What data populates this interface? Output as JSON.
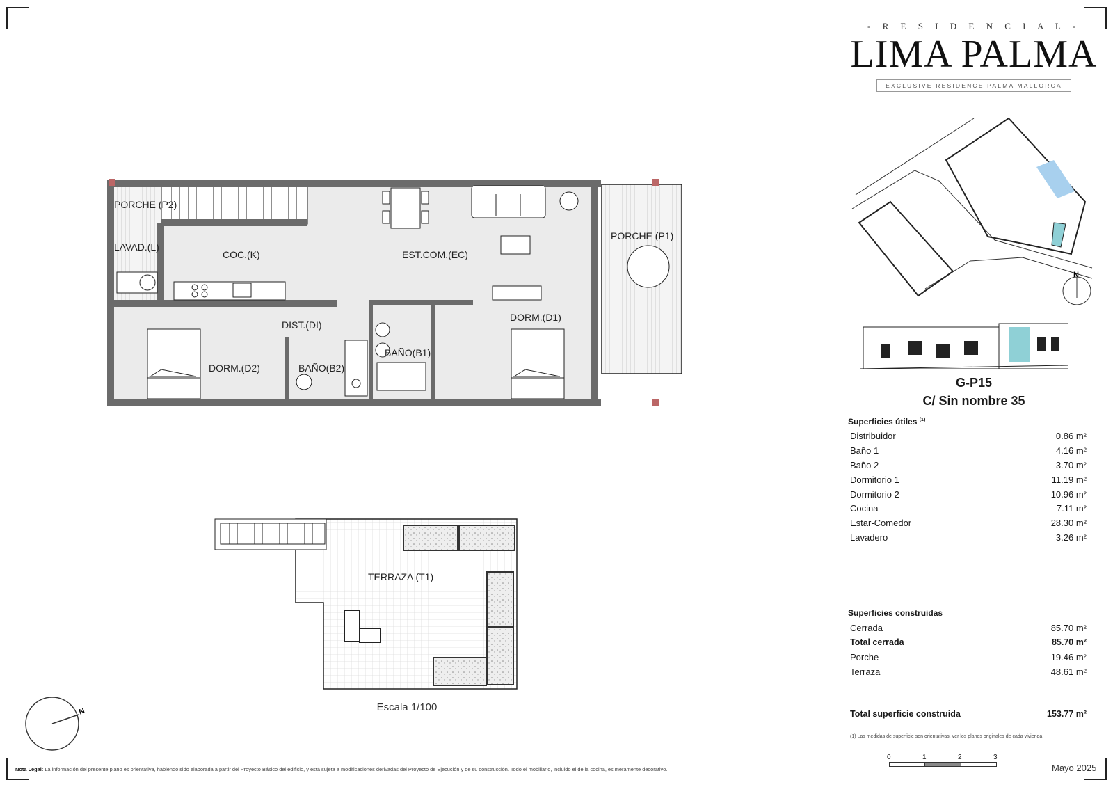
{
  "brand": {
    "prefix": "- R E S I D E N C I A L -",
    "name": "LIMA PALMA",
    "tagline": "EXCLUSIVE RESIDENCE PALMA MALLORCA"
  },
  "unit": {
    "code": "G-P15",
    "address": "C/ Sin nombre 35"
  },
  "useful_surfaces": {
    "title": "Superficies útiles",
    "note_mark": "(1)",
    "rows": [
      {
        "label": "Distribuidor",
        "value": "0.86 m²"
      },
      {
        "label": "Baño 1",
        "value": "4.16 m²"
      },
      {
        "label": "Baño 2",
        "value": "3.70 m²"
      },
      {
        "label": "Dormitorio 1",
        "value": "11.19 m²"
      },
      {
        "label": "Dormitorio 2",
        "value": "10.96 m²"
      },
      {
        "label": "Cocina",
        "value": "7.11 m²"
      },
      {
        "label": "Estar-Comedor",
        "value": "28.30 m²"
      },
      {
        "label": "Lavadero",
        "value": "3.26 m²"
      }
    ]
  },
  "built_surfaces": {
    "title": "Superficies construidas",
    "rows": [
      {
        "label": "Cerrada",
        "value": "85.70 m²",
        "bold": false
      },
      {
        "label": "Total cerrada",
        "value": "85.70 m²",
        "bold": true
      },
      {
        "label": "Porche",
        "value": "19.46 m²",
        "bold": false
      },
      {
        "label": "Terraza",
        "value": "48.61 m²",
        "bold": false
      }
    ],
    "total": {
      "label": "Total superficie construida",
      "value": "153.77 m²"
    }
  },
  "footnote": "(1) Las medidas de superficie son orientativas, ver los planos originales de cada vivienda",
  "scale_bar": {
    "ticks": [
      "0",
      "1",
      "2",
      "3"
    ]
  },
  "date": "Mayo 2025",
  "plan_scale": "Escala 1/100",
  "legal": {
    "label": "Nota Legal:",
    "text": "La información del presente plano es orientativa, habiendo sido elaborada a partir del Proyecto Básico del edificio, y está sujeta a modificaciones derivadas del Proyecto de Ejecución y de su construcción. Todo el mobiliario, incluido el de la cocina, es meramente decorativo."
  },
  "rooms": {
    "porche_p2": "PORCHE (P2)",
    "lavadero": "LAVAD.(L)",
    "cocina": "COC.(K)",
    "estar": "EST.COM.(EC)",
    "porche_p1": "PORCHE (P1)",
    "distribuidor": "DIST.(DI)",
    "dorm_d1": "DORM.(D1)",
    "dorm_d2": "DORM.(D2)",
    "bano_b1": "BAÑO(B1)",
    "bano_b2": "BAÑO(B2)",
    "terraza": "TERRAZA (T1)"
  },
  "compass": {
    "north": "N"
  },
  "colors": {
    "floor": "#ebebeb",
    "wall": "#6b6b6b",
    "highlight": "#8fd0d6",
    "pool": "#a8d0ee"
  }
}
